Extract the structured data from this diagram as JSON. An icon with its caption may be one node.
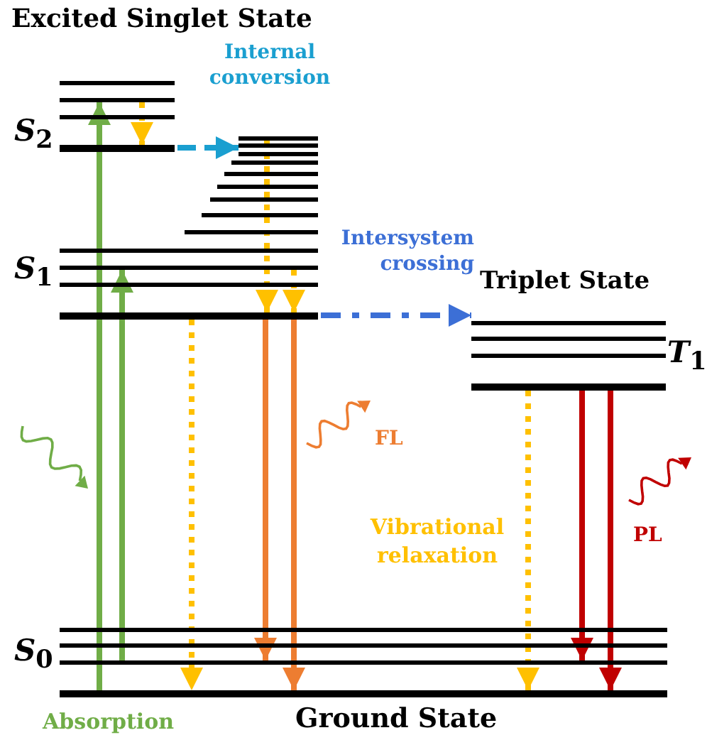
{
  "diagram": {
    "nodes": [
      {
        "text": [],
        "shape": "bar"
      },
      {
        "text": [],
        "shape": "bar"
      },
      {
        "text": [],
        "shape": "bar"
      },
      {
        "text": [],
        "shape": "bar"
      },
      {
        "text": [],
        "shape": "bar"
      },
      {
        "text": [],
        "shape": "bar"
      },
      {
        "text": [],
        "shape": "bar"
      },
      {
        "text": [],
        "shape": "bar"
      },
      {
        "text": [],
        "shape": "bar"
      },
      {
        "text": [],
        "shape": "bar"
      },
      {
        "text": [],
        "shape": "bar"
      },
      {
        "text": [],
        "shape": "bar"
      },
      {
        "text": [],
        "shape": "bar"
      },
      {
        "text": [],
        "shape": "bar"
      },
      {
        "text": [],
        "shape": "bar"
      },
      {
        "text": [],
        "shape": "bar"
      },
      {
        "text": [],
        "shape": "bar"
      },
      {
        "text": [],
        "shape": "bar"
      },
      {
        "text": [],
        "shape": "bar"
      },
      {
        "text": [],
        "shape": "bar"
      },
      {
        "text": [],
        "shape": "bar"
      },
      {
        "text": [],
        "shape": "bar"
      },
      {
        "text": [],
        "shape": "bar"
      },
      {
        "text": [],
        "shape": "bar"
      },
      {
        "text": [],
        "shape": "bar"
      }
    ],
    "edges": [
      {
        "from": 24,
        "to": 1,
        "arrow": "to",
        "color": "#70ad47"
      },
      {
        "from": 23,
        "to": 14,
        "arrow": "to",
        "color": "#70ad47"
      },
      {
        "from": 1,
        "to": 3,
        "arrow": "to",
        "style": "dashed",
        "color": "#ffc000"
      },
      {
        "from": 3,
        "to": 4,
        "arrow": "to",
        "style": "dashed",
        "color": "#1a9fd0",
        "label": "Internal conversion"
      },
      {
        "from": 4,
        "to": 16,
        "arrow": "to",
        "style": "dashed",
        "color": "#ffc000"
      },
      {
        "from": 14,
        "to": 16,
        "arrow": "to",
        "style": "dashed",
        "color": "#ffc000"
      },
      {
        "from": 16,
        "to": 17,
        "arrow": "to",
        "style": "dashed",
        "color": "#3c6fd6",
        "label": "Intersystem crossing"
      },
      {
        "from": 16,
        "to": 24,
        "arrow": "to",
        "style": "dashed",
        "color": "#ffc000"
      },
      {
        "from": 16,
        "to": 23,
        "arrow": "to",
        "color": "#ed7d31"
      },
      {
        "from": 16,
        "to": 24,
        "arrow": "to",
        "color": "#ed7d31"
      },
      {
        "from": 20,
        "to": 24,
        "arrow": "to",
        "style": "dashed",
        "color": "#ffc000"
      },
      {
        "from": 20,
        "to": 23,
        "arrow": "to",
        "color": "#c00000"
      },
      {
        "from": 20,
        "to": 24,
        "arrow": "to",
        "color": "#c00000"
      }
    ],
    "labels": [
      "Excited Singlet State",
      "*S*$_{2}$",
      "*S*$_{1}$",
      "Triplet State",
      "*T*$_{1}$",
      "FL",
      "PL",
      "Vibrational relaxation",
      "*S*$_{0}$",
      "Absorption",
      "Ground State"
    ]
  }
}
